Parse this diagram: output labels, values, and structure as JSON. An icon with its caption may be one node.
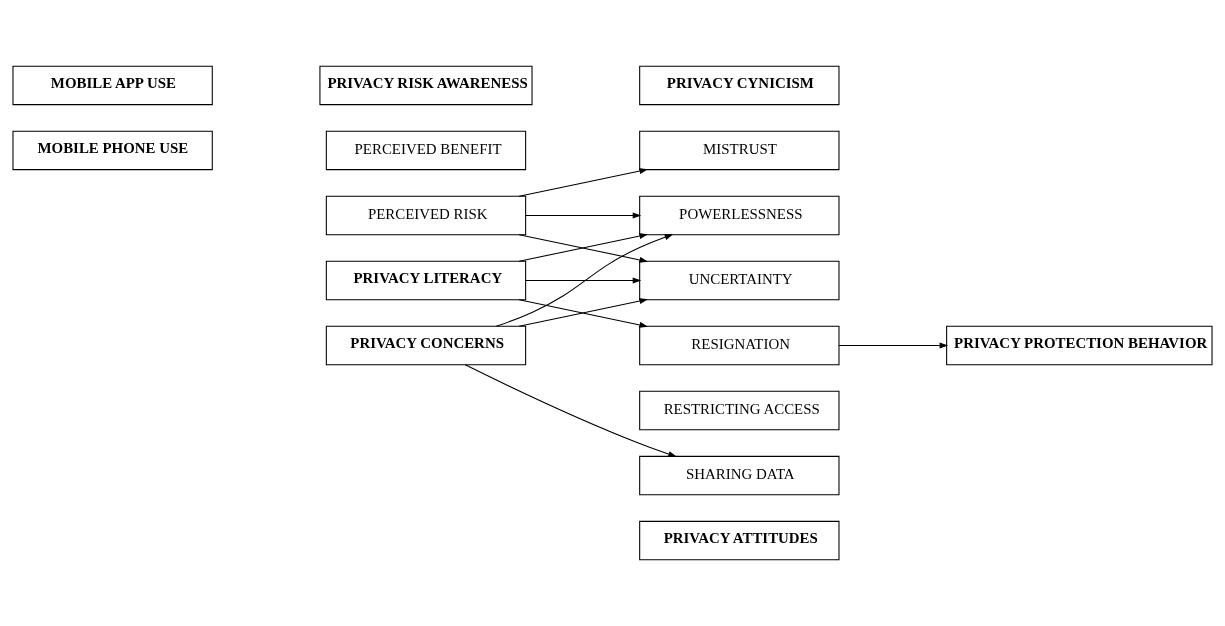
{
  "diagram": {
    "nodes": [
      {
        "text": [
          "PRIVACY RISK AWARENESS"
        ]
      },
      {
        "text": [
          "PRIVACY CYNICISM"
        ]
      },
      {
        "text": [
          "PERCEIVED BENEFIT"
        ]
      },
      {
        "text": [
          "MISTRUST"
        ]
      },
      {
        "text": [
          "MOBILE APP USE"
        ]
      },
      {
        "text": [
          "PERCEIVED RISK"
        ]
      },
      {
        "text": [
          "POWERLESSNESS"
        ]
      },
      {
        "text": [
          "UNCERTAINTY"
        ]
      },
      {
        "text": [
          "RESIGNATION"
        ]
      },
      {
        "text": [
          "PRIVACY PROTECTION BEHAVIOR"
        ]
      },
      {
        "text": [
          "MOBILE PHONE USE"
        ]
      },
      {
        "text": [
          "PRIVACY LITERACY"
        ]
      },
      {
        "text": [
          "RESTRICTING ACCESS"
        ]
      },
      {
        "text": [
          "PRIVACY CONCERNS"
        ]
      },
      {
        "text": [
          "SHARING DATA"
        ]
      },
      {
        "text": [
          "PRIVACY ATTITUDES"
        ]
      }
    ],
    "edges": [
      {
        "from": 5,
        "to": 3,
        "arrow": "to"
      },
      {
        "from": 5,
        "to": 6,
        "arrow": "to"
      },
      {
        "from": 5,
        "to": 7,
        "arrow": "to"
      },
      {
        "from": 11,
        "to": 6,
        "arrow": "to"
      },
      {
        "from": 11,
        "to": 7,
        "arrow": "to"
      },
      {
        "from": 11,
        "to": 8,
        "arrow": "to"
      },
      {
        "from": 13,
        "to": 6,
        "arrow": "to"
      },
      {
        "from": 13,
        "to": 7,
        "arrow": "to"
      },
      {
        "from": 13,
        "to": 14,
        "arrow": "to"
      },
      {
        "from": 8,
        "to": 9,
        "arrow": "to"
      }
    ]
  }
}
